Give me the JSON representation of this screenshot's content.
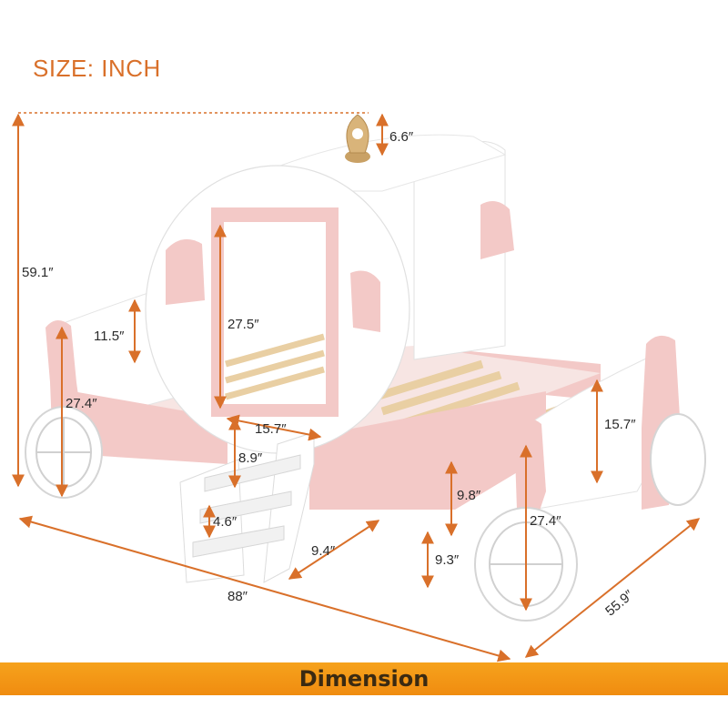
{
  "header": {
    "size_label": "SIZE: INCH"
  },
  "banner": {
    "label": "Dimension"
  },
  "colors": {
    "accent": "#d9702a",
    "pink": "#f3c9c7",
    "white_panel": "#ffffff",
    "slat": "#e9cfa3",
    "crown": "#c9a165",
    "banner": "#f39a17"
  },
  "dimensions": {
    "overall_height": "59.1″",
    "crown_height": "6.6″",
    "headboard_height": "11.5″",
    "inner_height": "27.5″",
    "side_height_left": "27.4″",
    "door_width": "15.7″",
    "footboard_height": "15.7″",
    "step_gap": "8.9″",
    "side_rail_height": "9.8″",
    "step_spacing": "4.6″",
    "step_depth": "9.4″",
    "side_height_right": "27.4″",
    "clearance": "9.3″",
    "overall_length": "88″",
    "overall_width": "55.9″"
  }
}
